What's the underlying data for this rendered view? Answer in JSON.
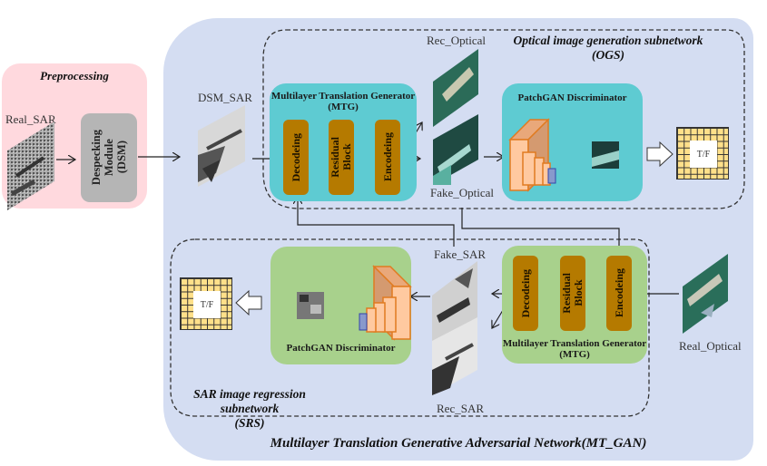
{
  "preprocessing": {
    "title": "Preprocessing",
    "input_label": "Real_SAR",
    "module_line1": "Despecking",
    "module_line2": "Module",
    "module_line3": "(DSM)",
    "color": "#ffd9de"
  },
  "main": {
    "title": "Multilayer Translation Generative Adversarial Network(MT_GAN)",
    "color": "#d4ddf2",
    "dsm_sar_label": "DSM_SAR"
  },
  "ogs": {
    "title_line1": "Optical image generation subnetwork",
    "title_line2": "(OGS)",
    "generator": {
      "title_line1": "Multilayer Translation Generator",
      "title_line2": "(MTG)",
      "layers": [
        {
          "line1": "Decodeing",
          "line2": ""
        },
        {
          "line1": "Residual",
          "line2": "Block"
        },
        {
          "line1": "Encodeing",
          "line2": ""
        }
      ],
      "color": "#5ecbd2"
    },
    "rec_label": "Rec_Optical",
    "fake_label": "Fake_Optical",
    "discriminator": {
      "title": "PatchGAN  Discriminator",
      "color": "#5ecbd2"
    },
    "output_label": "T/F"
  },
  "srs": {
    "title_line1": "SAR image regression subnetwork",
    "title_line2": "(SRS)",
    "generator": {
      "title_line1": "Multilayer Translation Generator",
      "title_line2": "(MTG)",
      "layers": [
        {
          "line1": "Decodeing",
          "line2": ""
        },
        {
          "line1": "Residual",
          "line2": "Block"
        },
        {
          "line1": "Encodeing",
          "line2": ""
        }
      ],
      "color": "#a8d18c"
    },
    "fake_label": "Fake_SAR",
    "rec_label": "Rec_SAR",
    "input_label": "Real_Optical",
    "discriminator": {
      "title": "PatchGAN  Discriminator",
      "color": "#a8d18c"
    },
    "output_label": "T/F"
  },
  "colors": {
    "layer_block": "#b57a00",
    "tf_grid": "#ffe08a",
    "conv_layer": "#ffc9a0",
    "conv_edge": "#e07b20",
    "conv_final": "#8899cc"
  }
}
